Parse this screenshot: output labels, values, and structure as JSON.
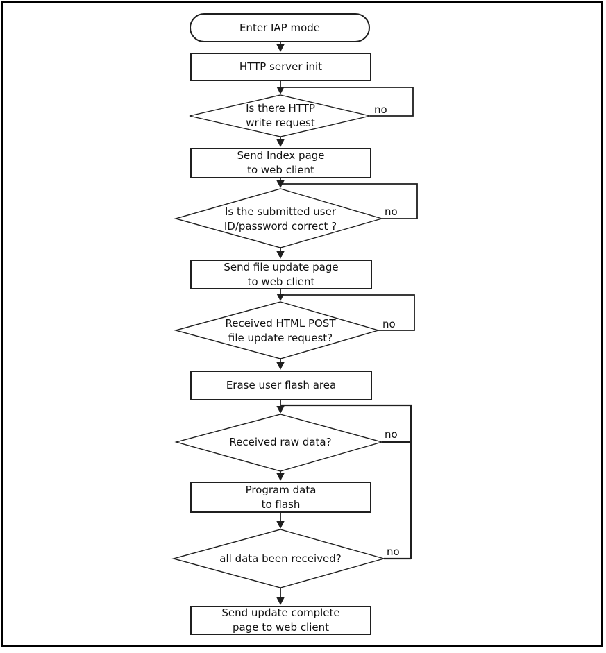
{
  "diagram": {
    "type": "flowchart",
    "style": {
      "background": "#ffffff",
      "stroke": "#1f1f1f",
      "text_color": "#111111"
    },
    "nodes": [
      {
        "id": "start",
        "shape": "stadium",
        "label": "Enter IAP mode"
      },
      {
        "id": "http-server-init",
        "shape": "process",
        "label": "HTTP server init"
      },
      {
        "id": "http-write-request",
        "shape": "decision",
        "label": "Is there HTTP\nwrite request",
        "branch_label": "no"
      },
      {
        "id": "send-index-page",
        "shape": "process",
        "label": "Send Index page\nto web client"
      },
      {
        "id": "id-password-correct",
        "shape": "decision",
        "label": "Is the submitted user\nID/password correct ?",
        "branch_label": "no"
      },
      {
        "id": "send-file-update-page",
        "shape": "process",
        "label": "Send file update page\nto web client"
      },
      {
        "id": "received-html-post",
        "shape": "decision",
        "label": "Received HTML POST\nfile update request?",
        "branch_label": "no"
      },
      {
        "id": "erase-user-flash",
        "shape": "process",
        "label": "Erase user flash area"
      },
      {
        "id": "received-raw-data",
        "shape": "decision",
        "label": "Received raw data?",
        "branch_label": "no"
      },
      {
        "id": "program-data-to-flash",
        "shape": "process",
        "label": "Program data\nto flash"
      },
      {
        "id": "all-data-received",
        "shape": "decision",
        "label": "all data been received?",
        "branch_label": "no"
      },
      {
        "id": "send-update-complete",
        "shape": "process",
        "label": "Send update complete\npage to web client"
      }
    ]
  }
}
